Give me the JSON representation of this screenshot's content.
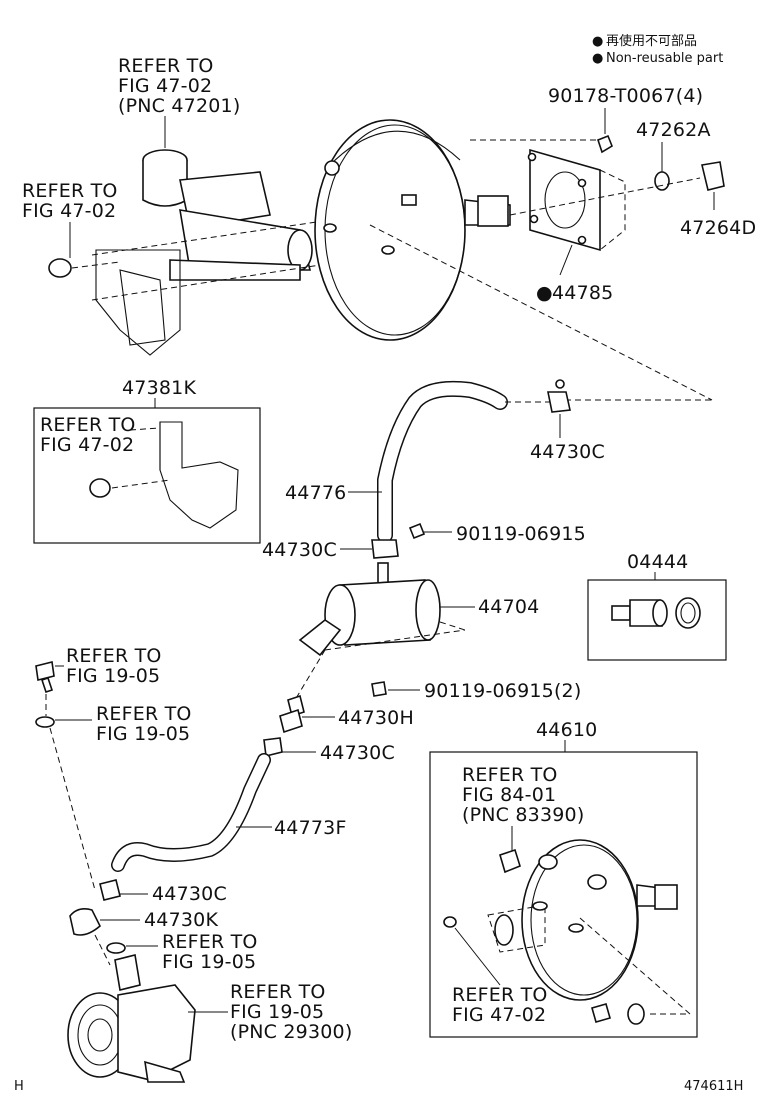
{
  "legend": {
    "items": [
      {
        "bullet": "●",
        "text": "再使用不可部品"
      },
      {
        "bullet": "●",
        "text": "Non-reusable part"
      }
    ]
  },
  "callouts": {
    "refer_master_cyl": "REFER TO FIG 47-02 (PNC 47201)",
    "refer_master_cyl_l1": "REFER TO",
    "refer_master_cyl_l2": "FIG 47-02",
    "refer_master_cyl_l3": "(PNC 47201)",
    "refer_nut_l1": "REFER TO",
    "refer_nut_l2": "FIG 47-02",
    "pn_90178": "90178-T0067(4)",
    "pn_47262A": "47262A",
    "pn_47264D": "47264D",
    "pn_44785": "44785",
    "pn_44785_bullet": "●",
    "pn_47381K": "47381K",
    "refer_bracket_l1": "REFER TO",
    "refer_bracket_l2": "FIG 47-02",
    "pn_44730C_top": "44730C",
    "pn_44776": "44776",
    "pn_44730C_mid": "44730C",
    "pn_90119_a": "90119-06915",
    "pn_04444": "04444",
    "pn_44704": "44704",
    "refer_fig1905_a_l1": "REFER TO",
    "refer_fig1905_a_l2": "FIG 19-05",
    "refer_fig1905_b_l1": "REFER TO",
    "refer_fig1905_b_l2": "FIG 19-05",
    "pn_90119_b": "90119-06915(2)",
    "pn_44730H": "44730H",
    "pn_44730C_low": "44730C",
    "pn_44610": "44610",
    "refer_fig8401_l1": "REFER TO",
    "refer_fig8401_l2": "FIG 84-01",
    "refer_fig8401_l3": "(PNC 83390)",
    "pn_44773F": "44773F",
    "pn_44730C_bottom": "44730C",
    "pn_44730K": "44730K",
    "refer_fig1905_c_l1": "REFER TO",
    "refer_fig1905_c_l2": "FIG 19-05",
    "refer_fig1905_d_l1": "REFER TO",
    "refer_fig1905_d_l2": "FIG 19-05",
    "refer_fig1905_d_l3": "(PNC 29300)",
    "refer_fig4702_box_l1": "REFER TO",
    "refer_fig4702_box_l2": "FIG 47-02"
  },
  "footer": {
    "left_mark": "H",
    "figure_id": "474611H"
  }
}
